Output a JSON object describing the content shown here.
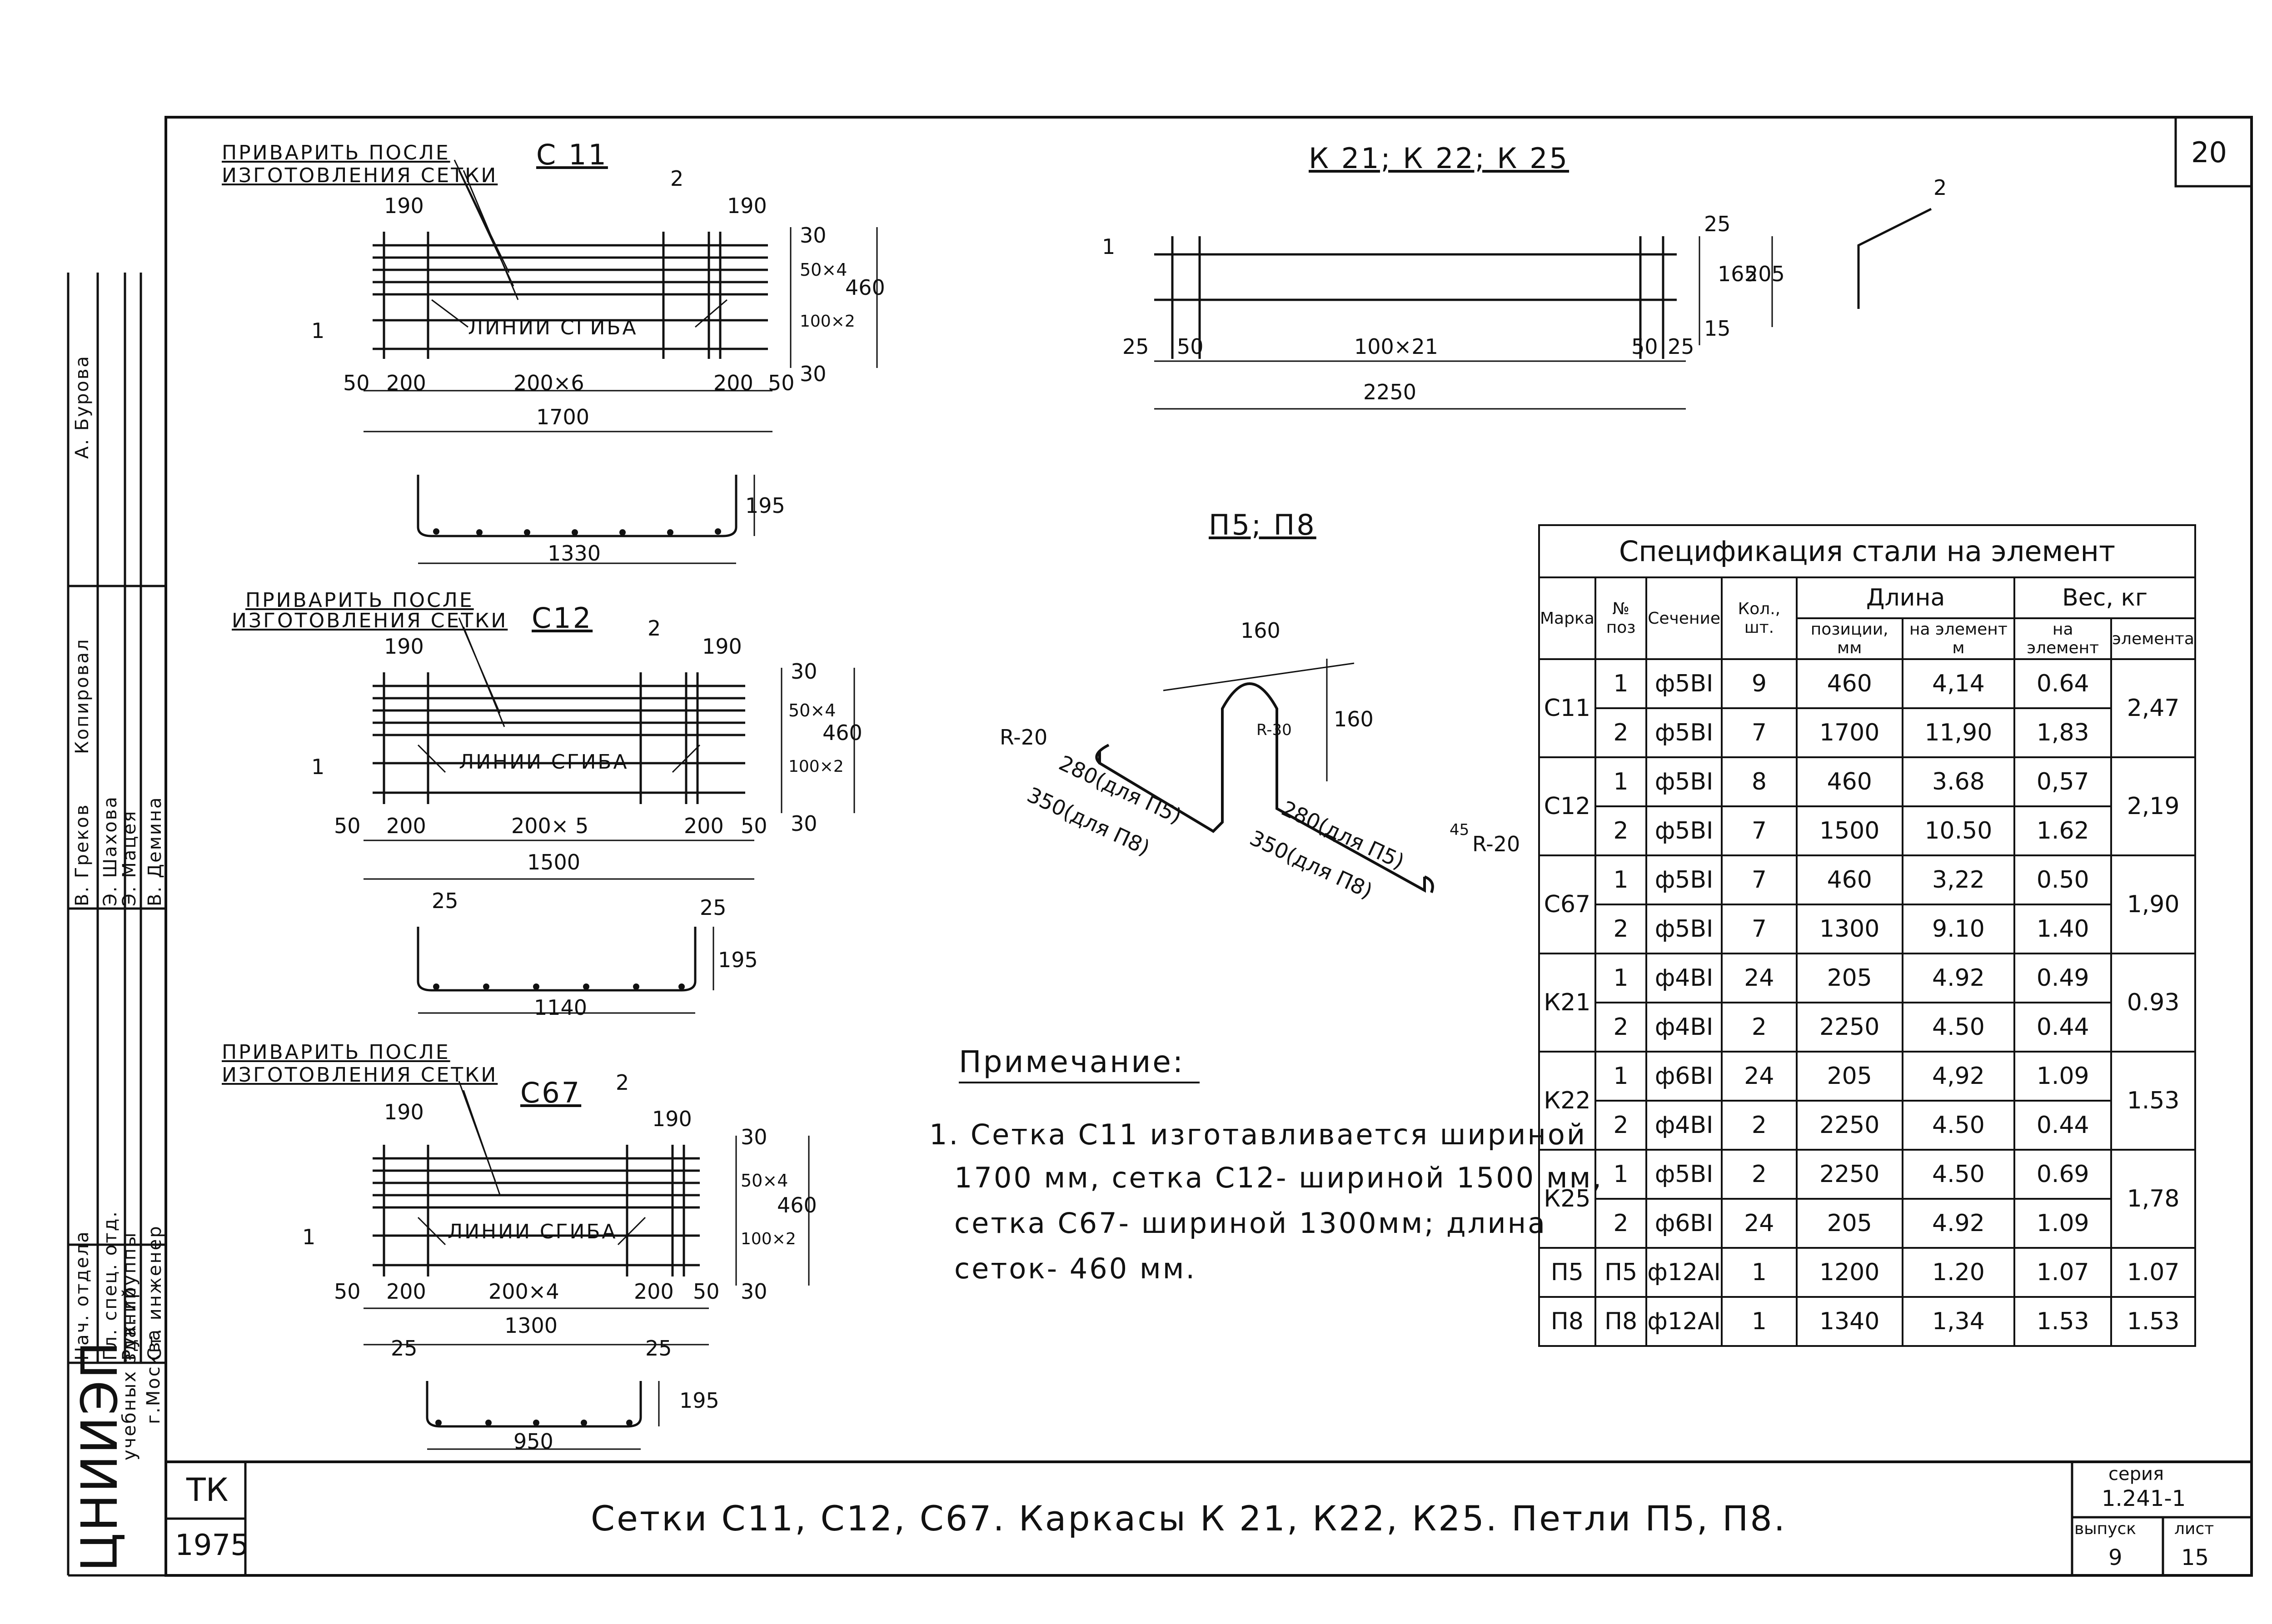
{
  "sheet_number": "20",
  "headings": {
    "c11": "С 11",
    "c12": "С12",
    "c67": "С67",
    "k": "К 21; К 22; К 25",
    "p": "П5; П8"
  },
  "weld_note": [
    "ПРИВАРИТЬ ПОСЛЕ",
    "ИЗГОТОВЛЕНИЯ СЕТКИ"
  ],
  "bend_lines": "ЛИНИИ СГИБА",
  "positions": {
    "p1": "1",
    "p2": "2"
  },
  "c11_dims": {
    "top_left": "190",
    "top_right": "190",
    "left": "50",
    "b1": "200",
    "mid": "200×6",
    "b2": "200",
    "right": "50",
    "total": "1700",
    "v1": "30",
    "v2": "50×4",
    "v3": "100×2",
    "v4": "30",
    "height": "460",
    "bent_width": "1330",
    "bent_height": "195"
  },
  "c12_dims": {
    "top_left": "190",
    "top_right": "190",
    "left": "50",
    "b1": "200",
    "mid": "200× 5",
    "b2": "200",
    "right": "50",
    "total": "1500",
    "v1": "30",
    "v2": "50×4",
    "v3": "100×2",
    "v4": "30",
    "height": "460",
    "bent_width": "1140",
    "bent_height": "195",
    "leg1": "25",
    "leg2": "25"
  },
  "c67_dims": {
    "top_left": "190",
    "top_right": "190",
    "left": "50",
    "b1": "200",
    "mid": "200×4",
    "b2": "200",
    "right": "50",
    "total": "1300",
    "v1": "30",
    "v2": "50×4",
    "v3": "100×2",
    "v4": "30",
    "height": "460",
    "bent_width": "950",
    "bent_height": "195",
    "leg1": "25",
    "leg2": "25"
  },
  "k_dims": {
    "left": "25",
    "l50": "50",
    "mid": "100×21",
    "r50": "50",
    "right": "25",
    "total": "2250",
    "v25": "25",
    "v165": "165",
    "v15": "15",
    "v205": "205"
  },
  "p_dims": {
    "r_left": "R-20",
    "r_right": "R-20",
    "r_top": "R-30",
    "top": "160",
    "height": "160",
    "leg_a1": "280(для П5)",
    "leg_a2": "350(для П8)",
    "leg_b1": "280(для П5)",
    "leg_b2": "350(для П8)",
    "small": "45"
  },
  "note": {
    "title": "Примечание:",
    "lines": [
      "1. Сетка С11 изготавливается шириной",
      "1700 мм, сетка С12- шириной 1500 мм,",
      "сетка С67- шириной 1300мм; длина",
      "сеток- 460 мм."
    ]
  },
  "table": {
    "title": "Спецификация стали на элемент",
    "headers": {
      "mark": "Марка",
      "pos": "№ поз",
      "section": "Сечение",
      "qty": "Кол., шт.",
      "length": "Длина",
      "len_pos": "позиции, мм",
      "len_el": "на элемент м",
      "weight": "Вес, кг",
      "w_el": "на элемент",
      "w_total": "элемента"
    },
    "groups": [
      {
        "mark": "С11",
        "total": "2,47",
        "rows": [
          {
            "pos": "1",
            "section": "ф5ВI",
            "qty": "9",
            "len": "460",
            "len_el": "4,14",
            "w": "0.64"
          },
          {
            "pos": "2",
            "section": "ф5ВI",
            "qty": "7",
            "len": "1700",
            "len_el": "11,90",
            "w": "1,83"
          }
        ]
      },
      {
        "mark": "С12",
        "total": "2,19",
        "rows": [
          {
            "pos": "1",
            "section": "ф5ВI",
            "qty": "8",
            "len": "460",
            "len_el": "3.68",
            "w": "0,57"
          },
          {
            "pos": "2",
            "section": "ф5ВI",
            "qty": "7",
            "len": "1500",
            "len_el": "10.50",
            "w": "1.62"
          }
        ]
      },
      {
        "mark": "С67",
        "total": "1,90",
        "rows": [
          {
            "pos": "1",
            "section": "ф5ВI",
            "qty": "7",
            "len": "460",
            "len_el": "3,22",
            "w": "0.50"
          },
          {
            "pos": "2",
            "section": "ф5ВI",
            "qty": "7",
            "len": "1300",
            "len_el": "9.10",
            "w": "1.40"
          }
        ]
      },
      {
        "mark": "К21",
        "total": "0.93",
        "rows": [
          {
            "pos": "1",
            "section": "ф4ВI",
            "qty": "24",
            "len": "205",
            "len_el": "4.92",
            "w": "0.49"
          },
          {
            "pos": "2",
            "section": "ф4ВI",
            "qty": "2",
            "len": "2250",
            "len_el": "4.50",
            "w": "0.44"
          }
        ]
      },
      {
        "mark": "К22",
        "total": "1.53",
        "rows": [
          {
            "pos": "1",
            "section": "ф6ВI",
            "qty": "24",
            "len": "205",
            "len_el": "4,92",
            "w": "1.09"
          },
          {
            "pos": "2",
            "section": "ф4ВI",
            "qty": "2",
            "len": "2250",
            "len_el": "4.50",
            "w": "0.44"
          }
        ]
      },
      {
        "mark": "К25",
        "total": "1,78",
        "rows": [
          {
            "pos": "1",
            "section": "ф5ВI",
            "qty": "2",
            "len": "2250",
            "len_el": "4.50",
            "w": "0.69"
          },
          {
            "pos": "2",
            "section": "ф6ВI",
            "qty": "24",
            "len": "205",
            "len_el": "4.92",
            "w": "1.09"
          }
        ]
      }
    ],
    "singles": [
      {
        "mark": "П5",
        "pos": "П5",
        "section": "ф12АI",
        "qty": "1",
        "len": "1200",
        "len_el": "1.20",
        "w": "1.07",
        "total": "1.07"
      },
      {
        "mark": "П8",
        "pos": "П8",
        "section": "ф12АI",
        "qty": "1",
        "len": "1340",
        "len_el": "1,34",
        "w": "1.53",
        "total": "1.53"
      }
    ]
  },
  "stamp": {
    "tk": "ТК",
    "year": "1975",
    "caption": "Сетки С11, С12, С67. Каркасы К 21, К22, К25. Петли П5, П8.",
    "series_label": "серия",
    "series": "1.241-1",
    "issue_label": "выпуск",
    "issue": "9",
    "sheet_label": "лист",
    "sheet": "15"
  },
  "side_block": {
    "org": "ЦНИИЭП",
    "org_sub": [
      "учебных зданий",
      "г.Москва"
    ],
    "roles": [
      "Нач. отдела",
      "Гл. спец. отд.",
      "Рук. группы",
      "Ст. инженер",
      "Копировал"
    ],
    "names": [
      "В. Греков",
      "Э. Шахова",
      "Э. Мацея",
      "В. Демина",
      "А. Бурова"
    ]
  }
}
